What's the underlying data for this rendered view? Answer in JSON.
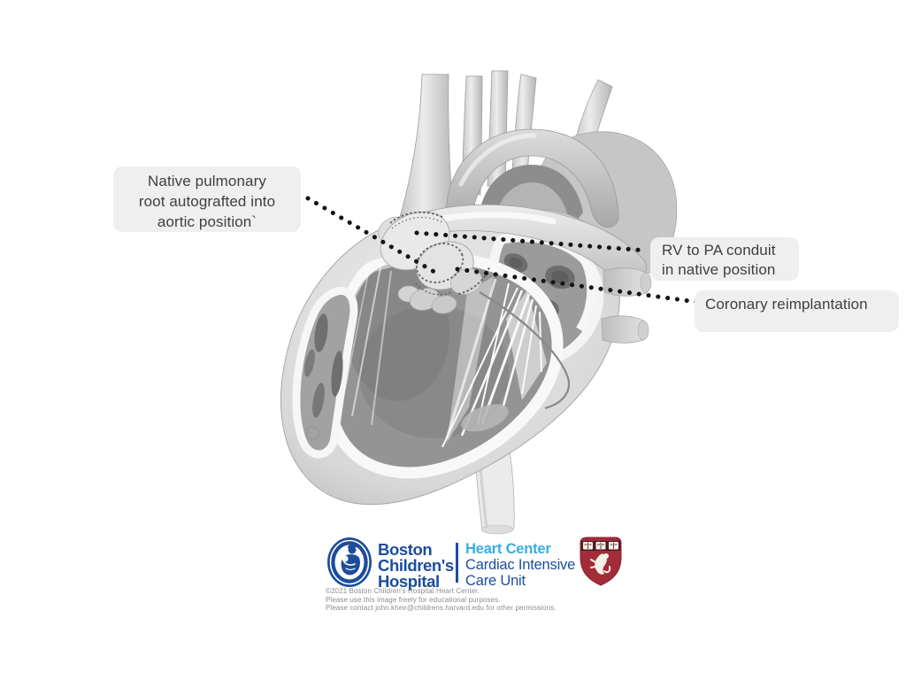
{
  "figure": {
    "labels": {
      "autograft": {
        "lines": [
          "Native pulmonary",
          "root autografted into",
          "aortic position`"
        ]
      },
      "conduit": {
        "lines": [
          "RV to PA conduit",
          "in native position"
        ]
      },
      "coronary": {
        "lines": [
          "Coronary reimplantation"
        ]
      }
    }
  },
  "footer": {
    "hospital_name": {
      "lines": [
        "Boston",
        "Children's",
        "Hospital"
      ]
    },
    "department": {
      "lines": [
        "Heart Center",
        "Cardiac Intensive",
        "Care Unit"
      ]
    },
    "copyright": {
      "lines": [
        "©2021 Boston Children's Hospital Heart Center.",
        "Please use this image freely for educational purposes.",
        "Please contact john.kheir@childrens.harvard.edu for other permissions."
      ]
    }
  },
  "icons": {
    "bch_emblem": "nurse-and-child-emblem-icon",
    "harvard_shield": "harvard-medical-school-shield-icon",
    "heart_illustration": "heart-cross-section-illustration"
  },
  "colors": {
    "label_bg": "#efefef",
    "label_text": "#3f3f3f",
    "leader_dots": "#141414",
    "bch_blue": "#1c4d9b",
    "dept_light_blue": "#35aee2",
    "harvard_crimson": "#a32c39",
    "copyright_gray": "#8c8c8c"
  }
}
